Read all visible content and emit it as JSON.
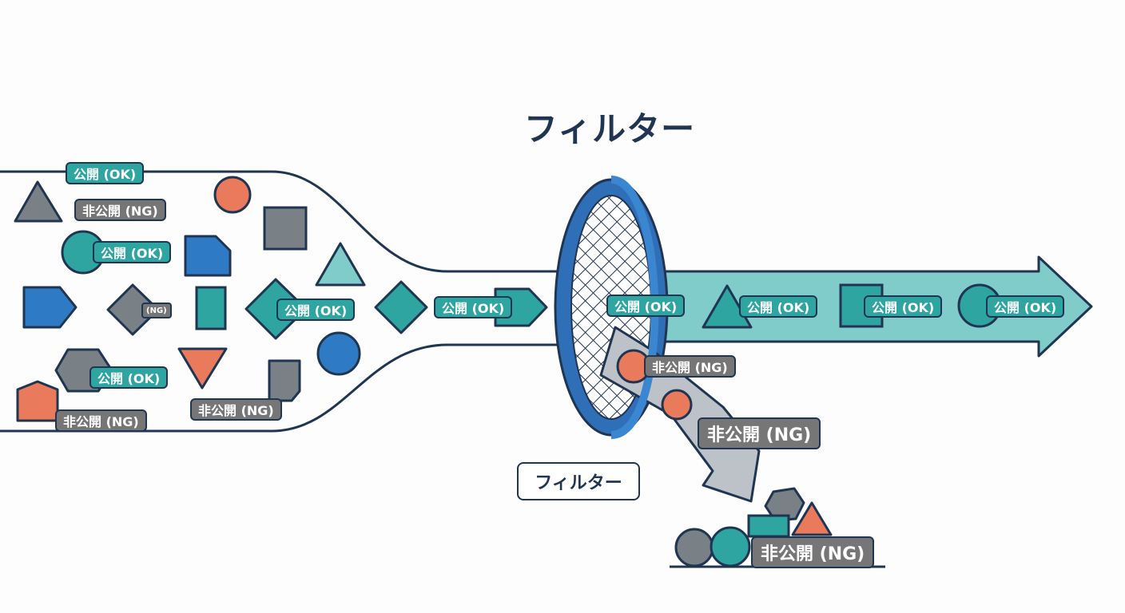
{
  "title": "フィルター",
  "filter_label": "フィルター",
  "colors": {
    "outline": "#1f3552",
    "teal": "#2ea5a0",
    "light_teal": "#80cccb",
    "blue": "#2f7ac4",
    "gray": "#7a8186",
    "orange": "#ea7a5c",
    "filter_ring": "#2f6fb8",
    "reject_arrow": "#bcc2c8"
  },
  "tags": {
    "ok": "公開 (OK)",
    "ng": "非公開 (NG)",
    "ng_tiny": "(NG)"
  }
}
